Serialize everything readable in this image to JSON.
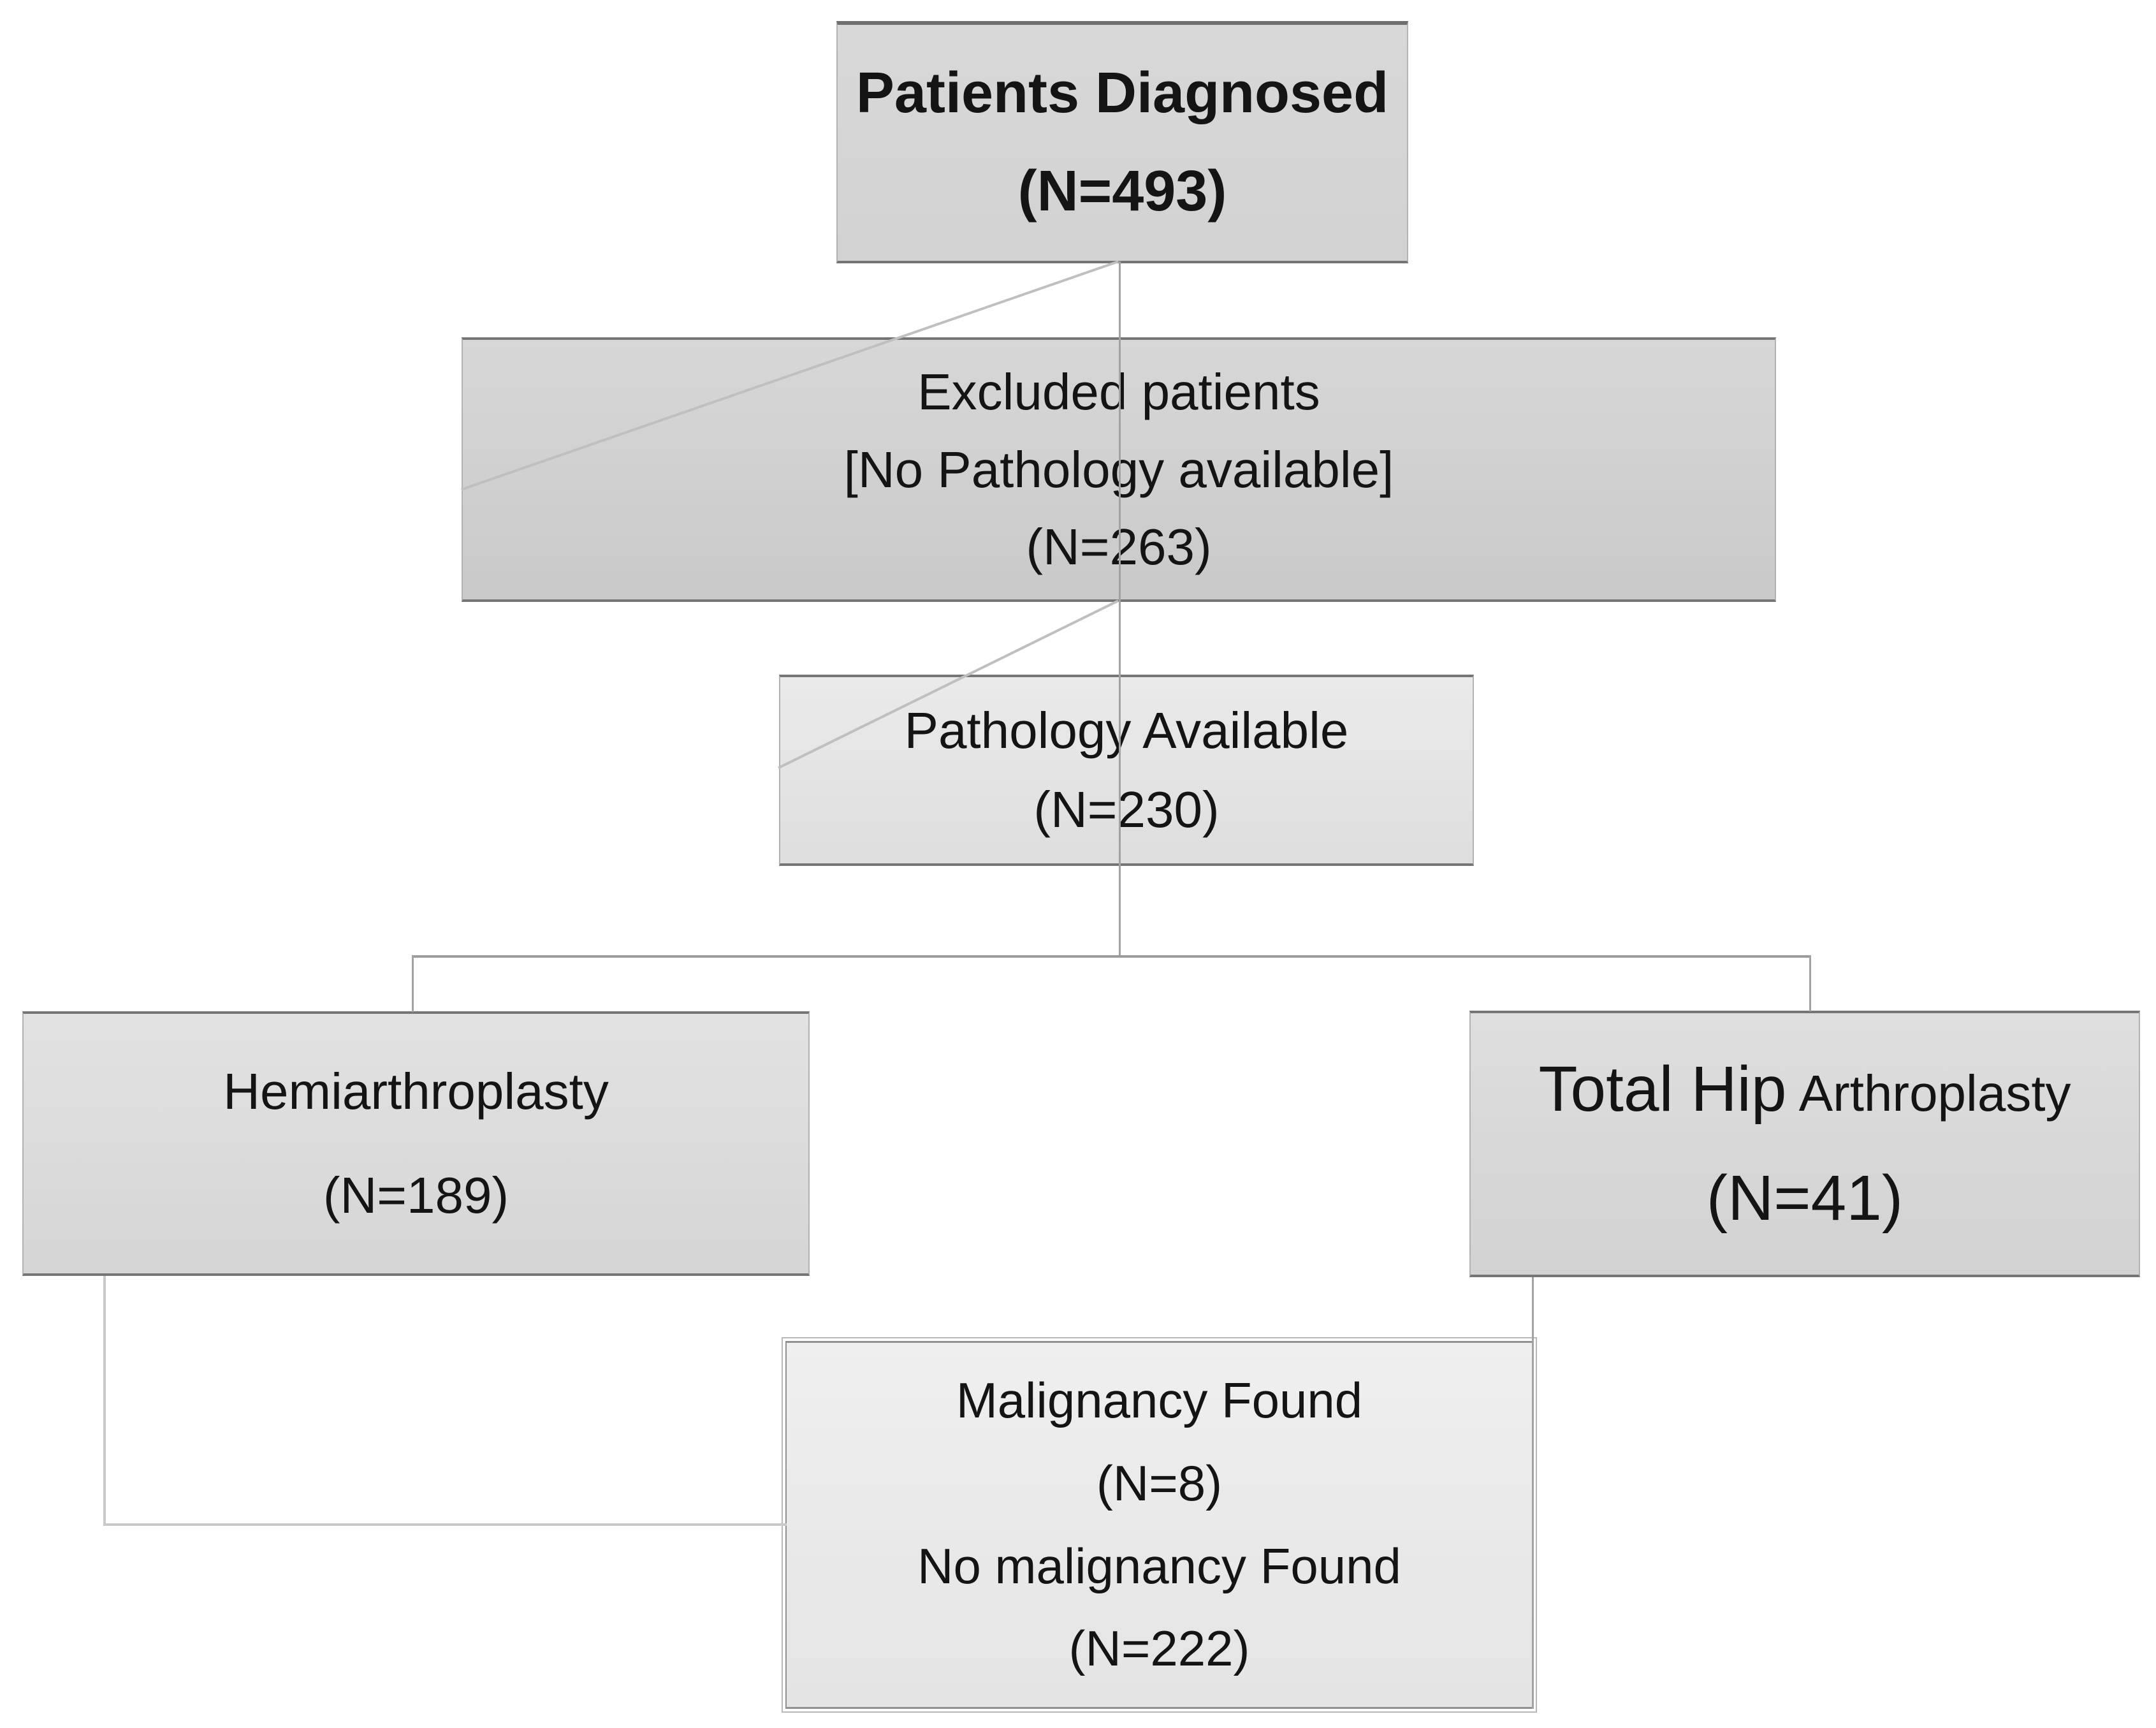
{
  "colors": {
    "text": "#141414",
    "border_dark": "#757575",
    "border_light": "#b2b2b2",
    "connector": "#a2a2a2",
    "connector_strong": "#9b9b9b",
    "connector_light": "#c9c9c9",
    "connector_diagonal": "#bfbfbf",
    "fill_dark": "#d2d2d2",
    "fill_light": "#e9e9e9"
  },
  "nodes": {
    "patients_diagnosed": {
      "lines": [
        "Patients Diagnosed",
        "(N=493)"
      ]
    },
    "excluded_patients": {
      "lines": [
        "Excluded patients",
        "[No Pathology available]",
        "(N=263)"
      ]
    },
    "pathology_available": {
      "lines": [
        "Pathology Available",
        "(N=230)"
      ]
    },
    "hemiarthroplasty": {
      "lines": [
        "Hemiarthroplasty",
        "(N=189)"
      ]
    },
    "total_hip_arthroplasty": {
      "title_large": "Total Hip",
      "title_small": "Arthroplasty",
      "count": "(N=41)"
    },
    "pathology_outcome": {
      "lines": [
        "Malignancy Found",
        "(N=8)",
        "No malignancy Found",
        "(N=222)"
      ]
    }
  }
}
